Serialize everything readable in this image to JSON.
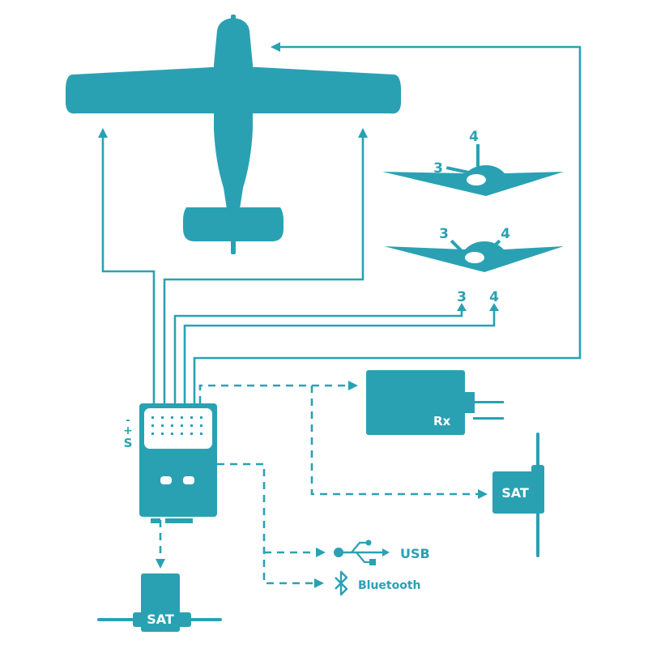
{
  "colors": {
    "accent": "#2aa1b3",
    "background": "#ffffff"
  },
  "diagram": {
    "labels": {
      "rx": "Rx",
      "sat_right": "SAT",
      "sat_bottom": "SAT",
      "usb": "USB",
      "bluetooth": "Bluetooth",
      "out_3": "3",
      "out_4": "4",
      "vtail_3": "3",
      "vtail_4": "4",
      "elevon_3": "3",
      "elevon_4": "4",
      "pin_minus": "-",
      "pin_plus": "+",
      "pin_signal": "S"
    },
    "icons": [
      "airplane-icon",
      "vtail-plane-icon",
      "elevon-plane-icon",
      "usb-icon",
      "bluetooth-icon"
    ]
  }
}
